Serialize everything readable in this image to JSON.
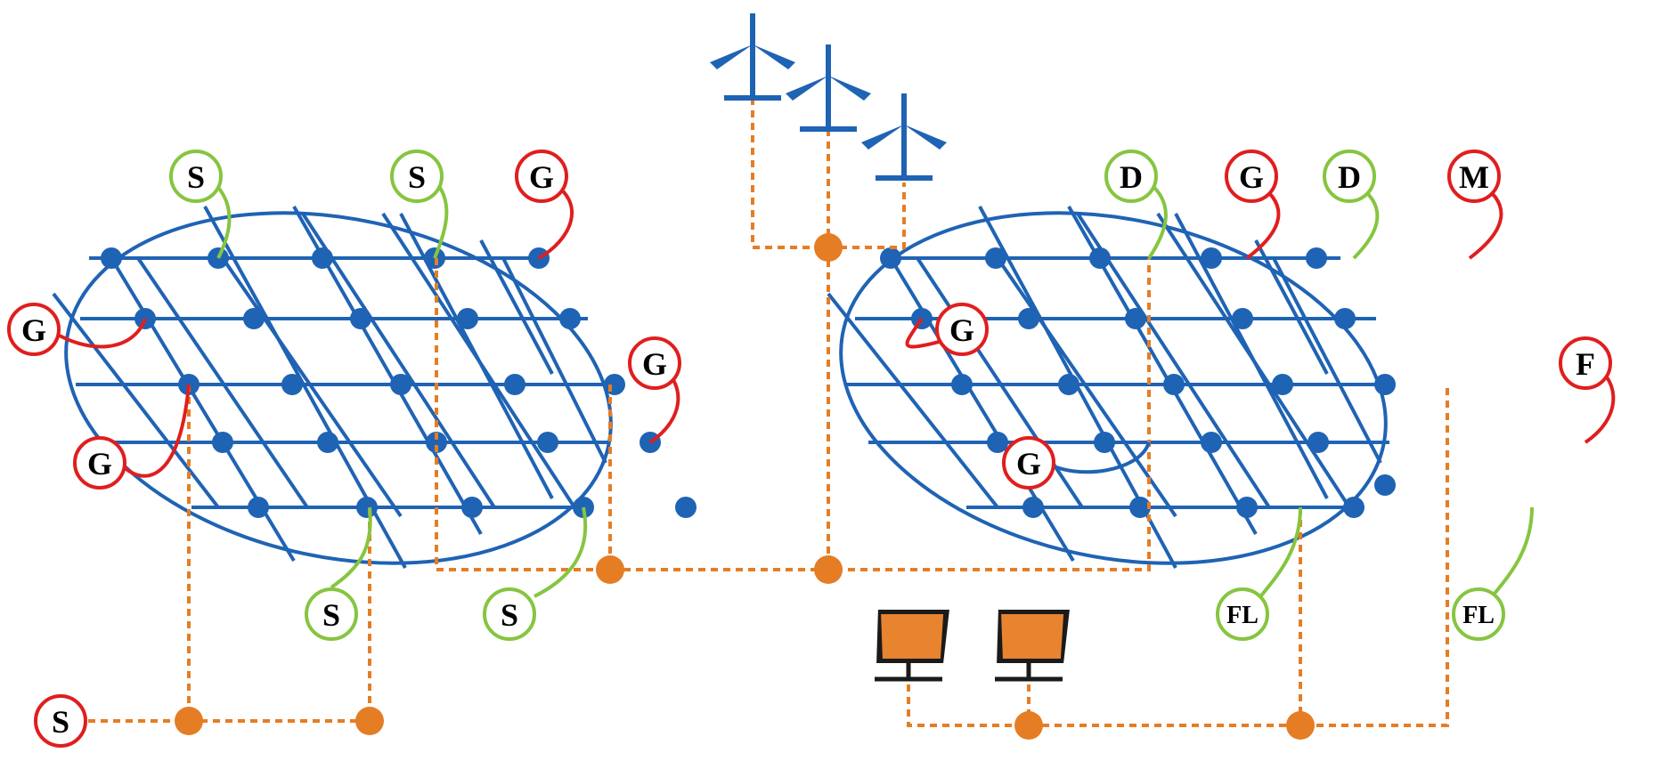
{
  "colors": {
    "grid_blue": "#1f63b4",
    "feeder_orange": "#e57d25",
    "link_red": "#e01e1e",
    "link_green": "#86c540",
    "panel_cell": "#e8832f",
    "panel_frame": "#1a1a1a"
  },
  "icons": {
    "wind_turbine": "wind-turbine-icon",
    "solar_panel": "solar-panel-icon"
  },
  "nodes": {
    "left": [
      {
        "label": "S",
        "kind": "green"
      },
      {
        "label": "S",
        "kind": "green"
      },
      {
        "label": "G",
        "kind": "red"
      },
      {
        "label": "G",
        "kind": "red"
      },
      {
        "label": "G",
        "kind": "red"
      },
      {
        "label": "G",
        "kind": "red"
      },
      {
        "label": "S",
        "kind": "green"
      },
      {
        "label": "S",
        "kind": "green"
      },
      {
        "label": "S",
        "kind": "red"
      }
    ],
    "right": [
      {
        "label": "D",
        "kind": "green"
      },
      {
        "label": "G",
        "kind": "red"
      },
      {
        "label": "D",
        "kind": "green"
      },
      {
        "label": "M",
        "kind": "red"
      },
      {
        "label": "G",
        "kind": "red"
      },
      {
        "label": "F",
        "kind": "red"
      },
      {
        "label": "G",
        "kind": "red"
      },
      {
        "label": "FL",
        "kind": "green"
      },
      {
        "label": "FL",
        "kind": "green"
      }
    ]
  }
}
